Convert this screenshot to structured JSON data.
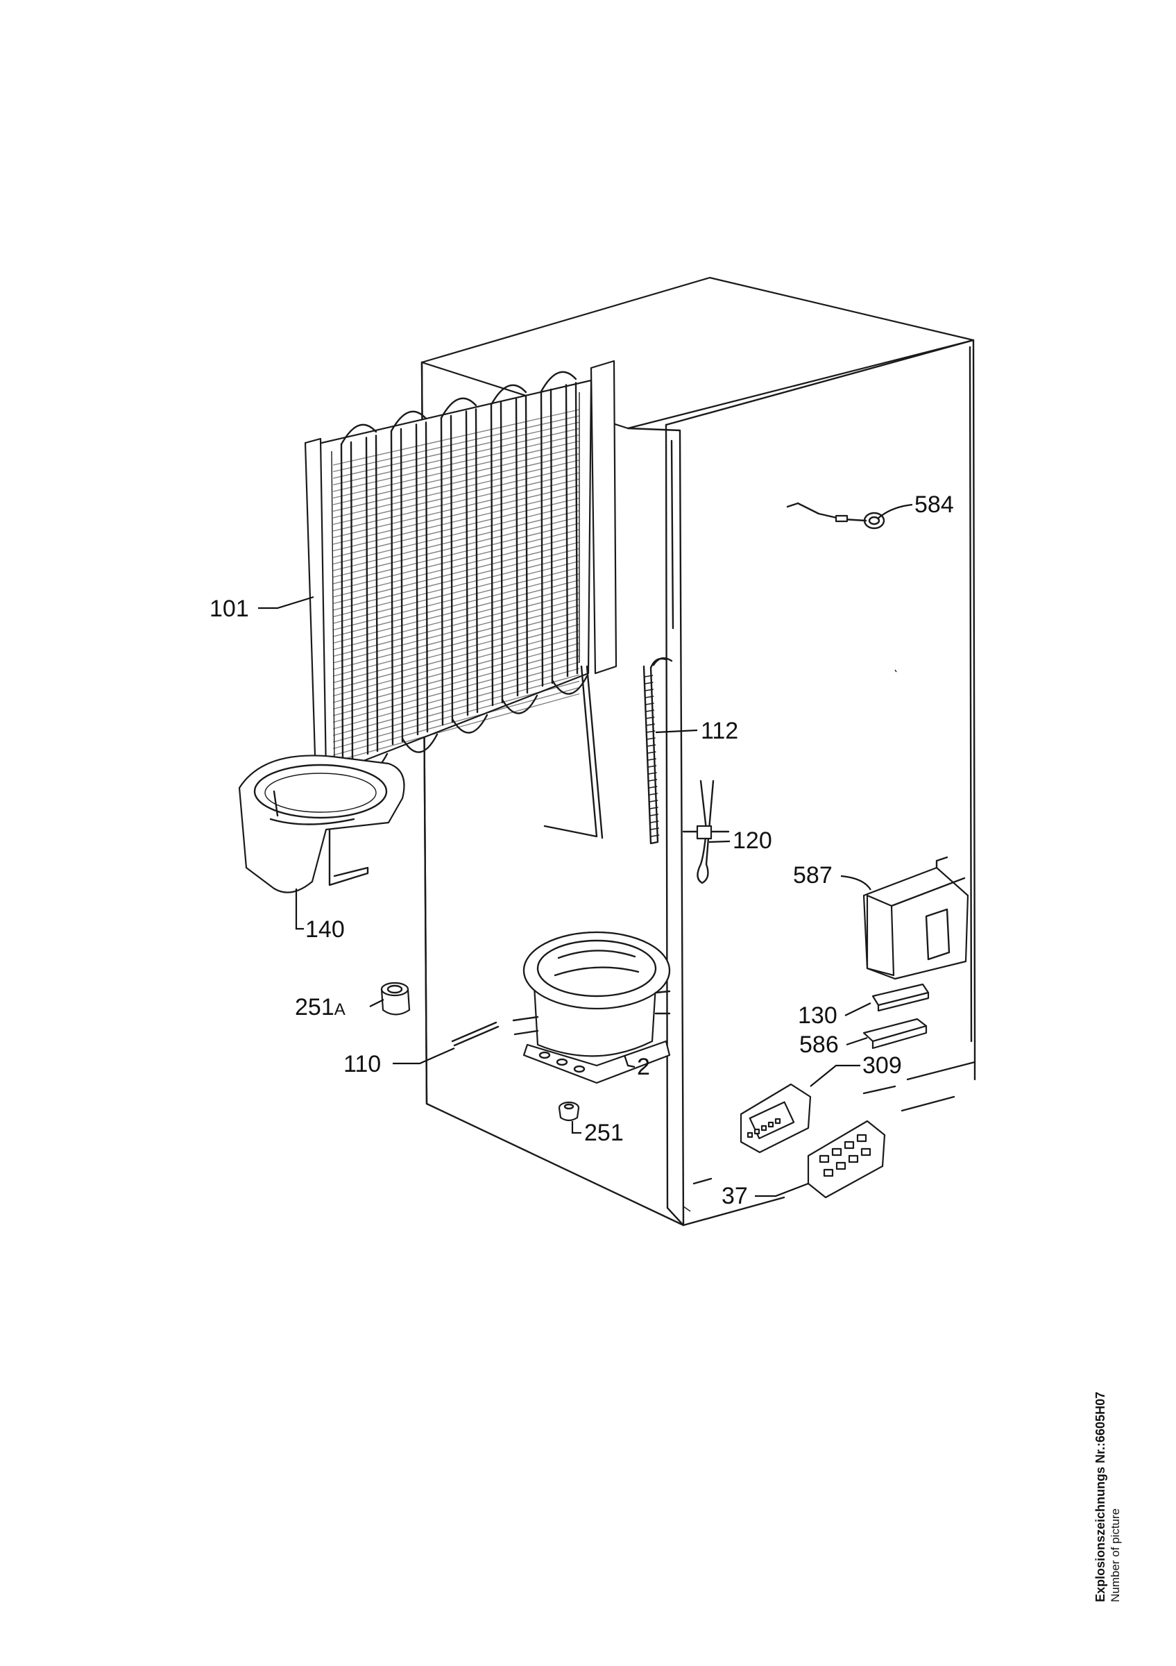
{
  "parts": [
    {
      "id": "101",
      "label": "101"
    },
    {
      "id": "112",
      "label": "112"
    },
    {
      "id": "120",
      "label": "120"
    },
    {
      "id": "140",
      "label": "140"
    },
    {
      "id": "584",
      "label": "584"
    },
    {
      "id": "587",
      "label": "587"
    },
    {
      "id": "130",
      "label": "130"
    },
    {
      "id": "586",
      "label": "586"
    },
    {
      "id": "309",
      "label": "309"
    },
    {
      "id": "251A",
      "label": "251",
      "suffix": "A"
    },
    {
      "id": "110",
      "label": "110"
    },
    {
      "id": "2",
      "label": "2"
    },
    {
      "id": "251",
      "label": "251"
    },
    {
      "id": "37",
      "label": "37"
    }
  ],
  "caption": {
    "title": "Explosionszeichnungs Nr.:6605H07",
    "subtitle": "Number of picture"
  }
}
